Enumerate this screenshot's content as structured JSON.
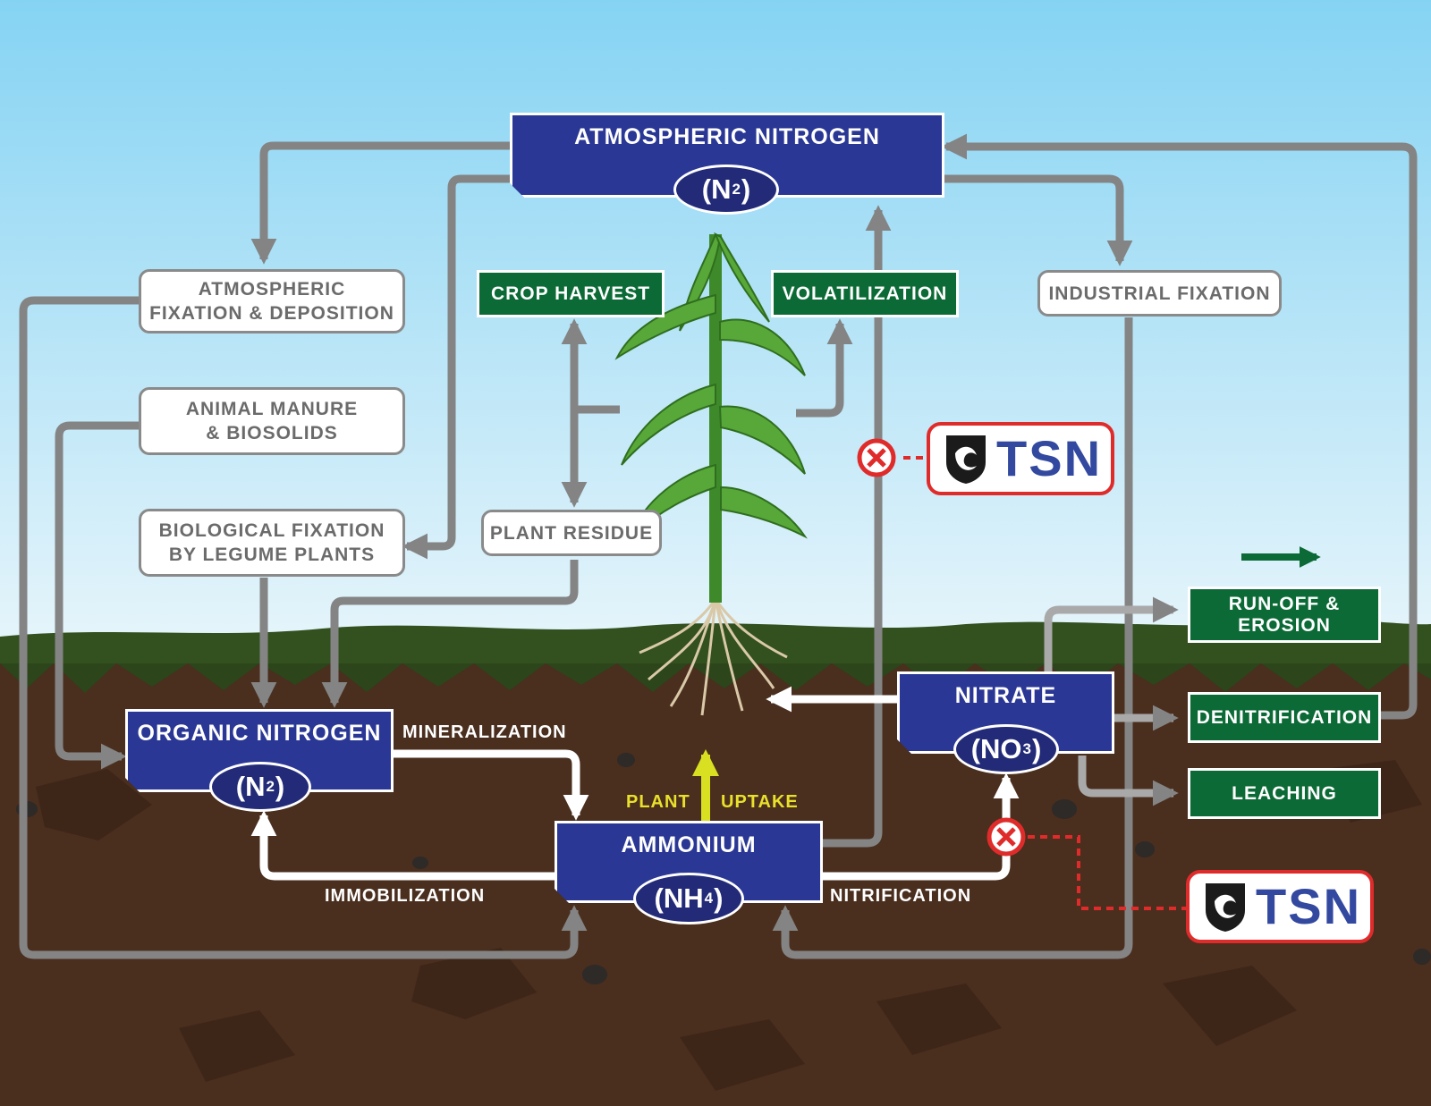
{
  "atmospheric": {
    "title": "ATMOSPHERIC NITROGEN",
    "formula_main": "N",
    "formula_sub": "2"
  },
  "organic": {
    "title": "ORGANIC NITROGEN",
    "formula_main": "N",
    "formula_sub": "2"
  },
  "ammonium": {
    "title": "AMMONIUM",
    "formula_main": "NH",
    "formula_sub": "4"
  },
  "nitrate": {
    "title": "NITRATE",
    "formula_main": "NO",
    "formula_sub": "3"
  },
  "sources": {
    "atm_fixation": [
      "ATMOSPHERIC",
      "FIXATION & DEPOSITION"
    ],
    "manure": [
      "ANIMAL MANURE",
      "& BIOSOLIDS"
    ],
    "legume": [
      "BIOLOGICAL FIXATION",
      "BY LEGUME PLANTS"
    ],
    "plant_residue": "PLANT RESIDUE",
    "industrial": "INDUSTRIAL FIXATION"
  },
  "losses": {
    "crop_harvest": "CROP HARVEST",
    "volatilization": "VOLATILIZATION",
    "runoff": [
      "RUN-OFF &",
      "EROSION"
    ],
    "denitrification": "DENITRIFICATION",
    "leaching": "LEACHING"
  },
  "processes": {
    "mineralization": "MINERALIZATION",
    "immobilization": "IMMOBILIZATION",
    "nitrification": "NITRIFICATION",
    "plant": "PLANT",
    "uptake": "UPTAKE"
  },
  "brand": {
    "text": "TS",
    "last_letter": "N"
  },
  "colors": {
    "sky_top": "#85d3f3",
    "sky_bottom": "#e7f5fb",
    "soil": "#4a2e1e",
    "grass": "#33501f",
    "node_blue": "#2a3794",
    "pill_blue": "#232b78",
    "node_green": "#0b6a35",
    "arrow_gray": "#848484",
    "arrow_white": "#ffffff",
    "uptake_yellow": "#d9e021",
    "tsn_red": "#e02b2b",
    "tsn_blue": "#3349a0"
  },
  "icons": {
    "block": "no-entry-icon",
    "shield": "shield-logo-icon",
    "plant": "corn-plant-icon"
  }
}
